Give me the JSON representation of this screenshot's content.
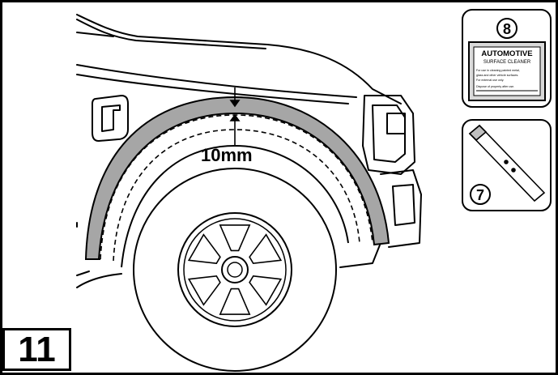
{
  "step": {
    "number": "11"
  },
  "gap": {
    "label": "10mm"
  },
  "parts": [
    {
      "number": "8",
      "name": "surface-cleaner"
    },
    {
      "number": "7",
      "name": "adhesion-promoter-pen"
    }
  ],
  "cleaner_label": {
    "line1": "AUTOMOTIVE",
    "line2": "SURFACE CLEANER",
    "line3": "For use in cleaning painted metal,",
    "line4": "glass and other vehicle surfaces.",
    "line5": "For external use only.",
    "line6": "Dispose of property after use."
  },
  "colors": {
    "flare": "#a6a6a6",
    "line": "#000000",
    "background": "#ffffff"
  }
}
